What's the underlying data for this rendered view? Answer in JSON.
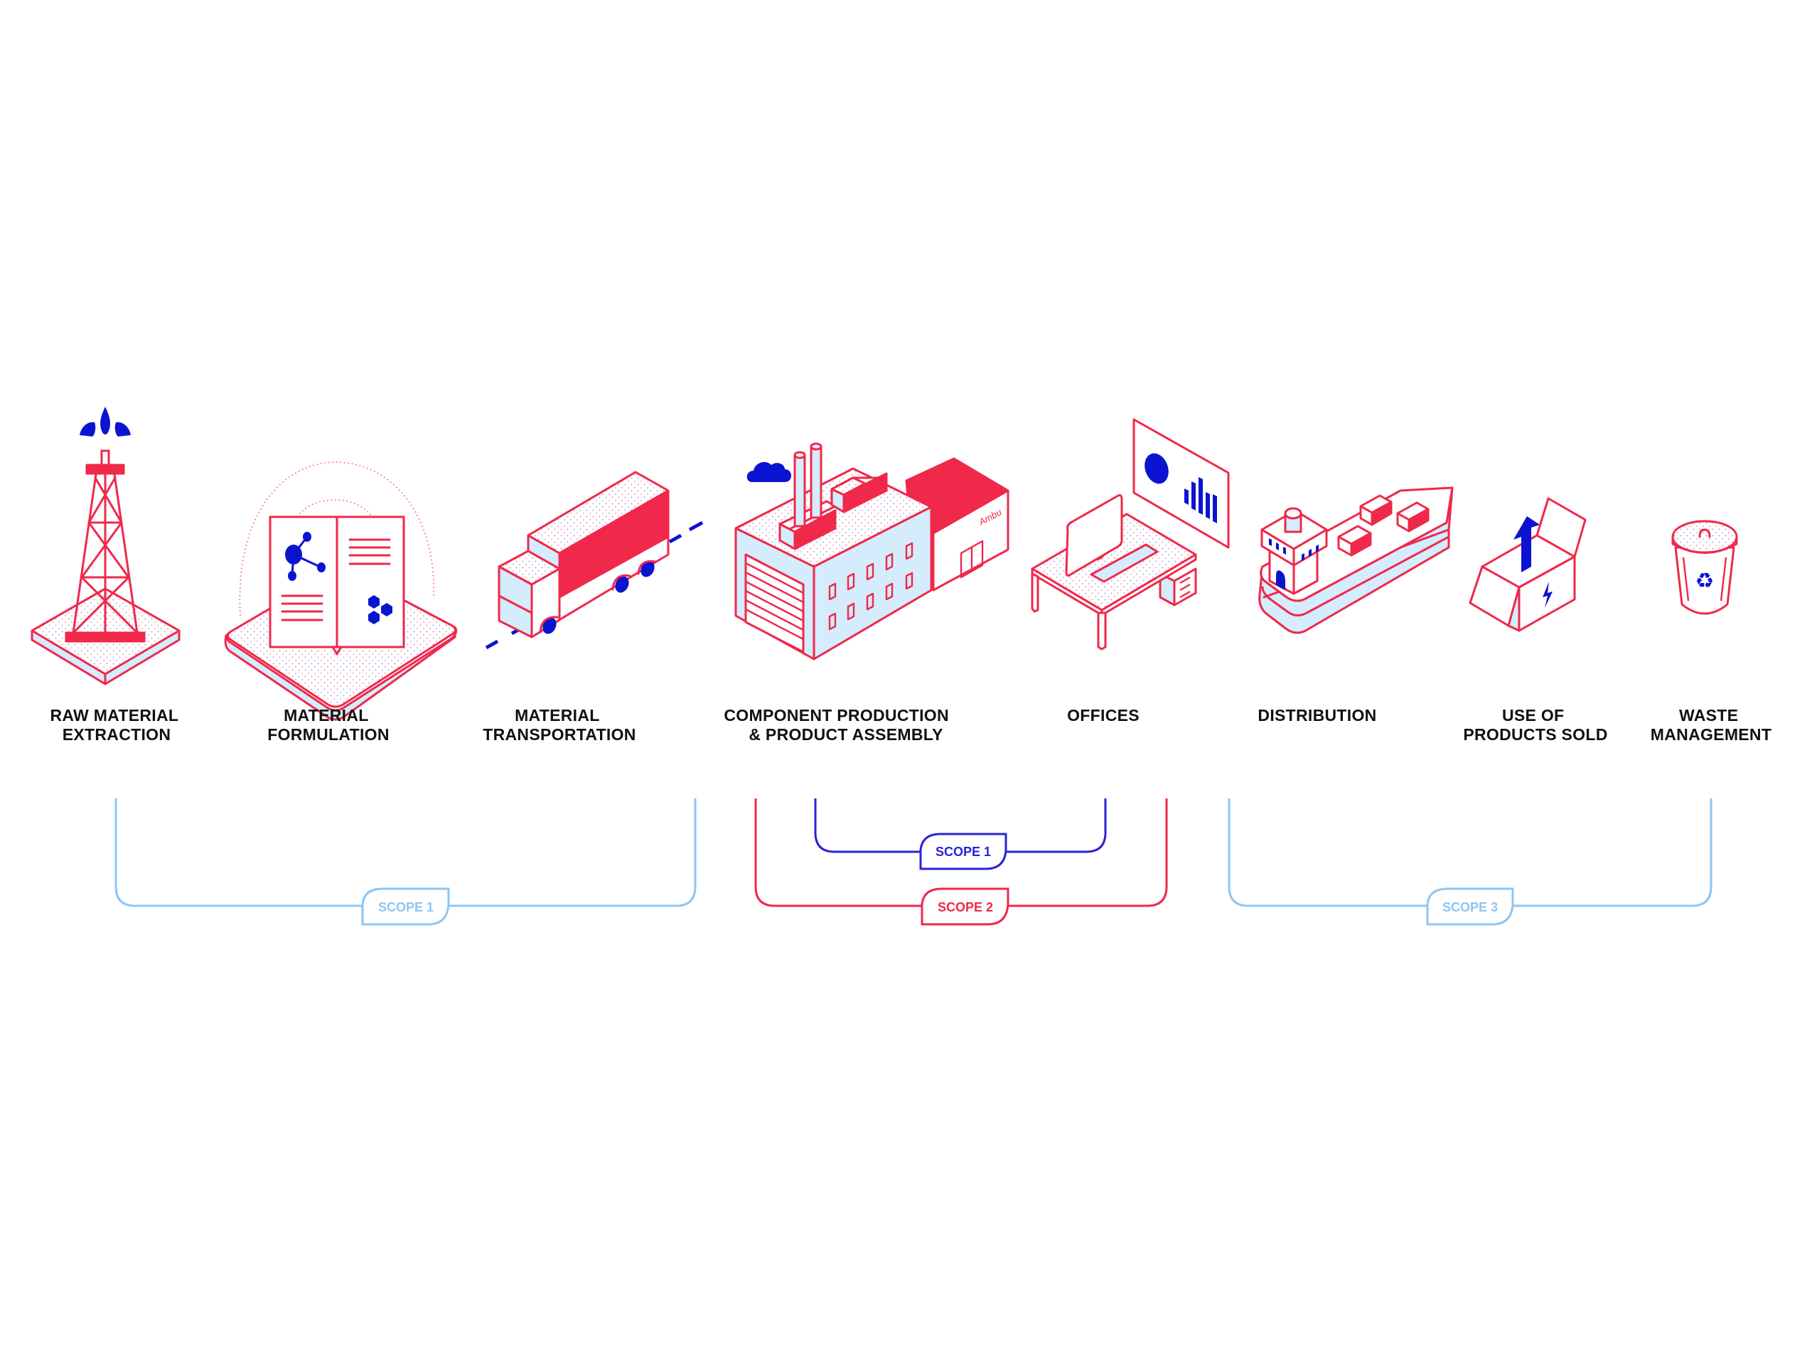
{
  "colors": {
    "accent_red": "#F0284A",
    "accent_blue": "#0A14D0",
    "light_fill": "#D4ECFB",
    "scope_light_blue": "#8EC5F2",
    "scope_dark_blue": "#2A22D6",
    "scope_red": "#F0284A",
    "label_text": "#111111"
  },
  "stages": [
    {
      "id": "raw-material-extraction",
      "icon": "oil-derrick-icon",
      "label_lines": [
        "RAW MATERIAL",
        "EXTRACTION"
      ]
    },
    {
      "id": "material-formulation",
      "icon": "open-book-molecule-icon",
      "label_lines": [
        "MATERIAL",
        "FORMULATION"
      ]
    },
    {
      "id": "material-transportation",
      "icon": "truck-icon",
      "label_lines": [
        "MATERIAL",
        "TRANSPORTATION"
      ]
    },
    {
      "id": "component-production",
      "icon": "factory-icon",
      "label_lines": [
        "COMPONENT PRODUCTION",
        "& PRODUCT ASSEMBLY"
      ],
      "building_sign": "Ambu"
    },
    {
      "id": "offices",
      "icon": "office-desk-icon",
      "label_lines": [
        "OFFICES"
      ]
    },
    {
      "id": "distribution",
      "icon": "cargo-ship-icon",
      "label_lines": [
        "DISTRIBUTION"
      ]
    },
    {
      "id": "use-of-products-sold",
      "icon": "open-box-energy-icon",
      "label_lines": [
        "USE OF",
        "PRODUCTS SOLD"
      ]
    },
    {
      "id": "waste-management",
      "icon": "recycling-bin-icon",
      "label_lines": [
        "WASTE",
        "MANAGEMENT"
      ]
    }
  ],
  "scopes": [
    {
      "id": "scope-upstream",
      "label": "SCOPE 1",
      "color": "#8EC5F2",
      "covers": [
        "RAW MATERIAL EXTRACTION",
        "MATERIAL FORMULATION",
        "MATERIAL TRANSPORTATION"
      ]
    },
    {
      "id": "scope-direct",
      "label": "SCOPE 1",
      "color": "#2A22D6",
      "covers": [
        "OFFICES"
      ]
    },
    {
      "id": "scope-indirect-energy",
      "label": "SCOPE 2",
      "color": "#F0284A",
      "covers": [
        "COMPONENT PRODUCTION & PRODUCT ASSEMBLY",
        "OFFICES"
      ]
    },
    {
      "id": "scope-downstream",
      "label": "SCOPE 3",
      "color": "#8EC5F2",
      "covers": [
        "DISTRIBUTION",
        "USE OF PRODUCTS SOLD",
        "WASTE MANAGEMENT"
      ]
    }
  ]
}
